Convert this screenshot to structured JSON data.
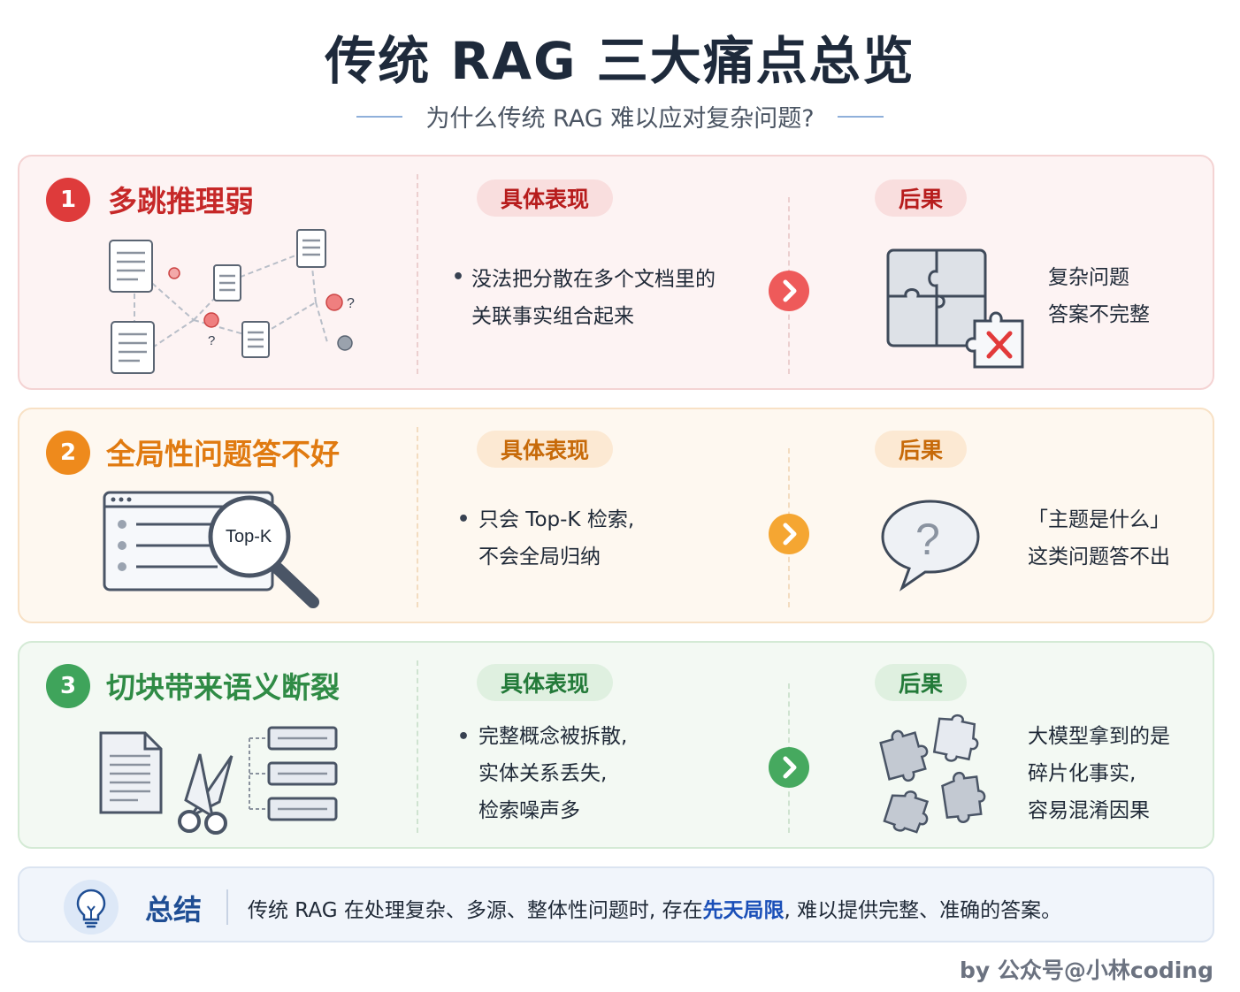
{
  "title": "传统 RAG 三大痛点总览",
  "subtitle": "为什么传统 RAG 难以应对复杂问题?",
  "pain_points": [
    {
      "number": "1",
      "title": "多跳推理弱",
      "symptom_label": "具体表现",
      "symptom_lines": [
        "没法把分散在多个文档里的",
        "关联事实组合起来"
      ],
      "consequence_label": "后果",
      "consequence_lines": [
        "复杂问题",
        "答案不完整"
      ],
      "accent": "#de3b3b"
    },
    {
      "number": "2",
      "title": "全局性问题答不好",
      "symptom_label": "具体表现",
      "symptom_lines": [
        "只会 Top-K 检索,",
        "不会全局归纳"
      ],
      "consequence_label": "后果",
      "consequence_lines": [
        "「主题是什么」",
        "这类问题答不出"
      ],
      "illustration_label": "Top-K",
      "accent": "#ee8a1c"
    },
    {
      "number": "3",
      "title": "切块带来语义断裂",
      "symptom_label": "具体表现",
      "symptom_lines": [
        "完整概念被拆散,",
        "实体关系丢失,",
        "检索噪声多"
      ],
      "consequence_label": "后果",
      "consequence_lines": [
        "大模型拿到的是",
        "碎片化事实,",
        "容易混淆因果"
      ],
      "accent": "#3fa45b"
    }
  ],
  "summary": {
    "label": "总结",
    "text_before": "传统 RAG 在处理复杂、多源、整体性问题时, 存在",
    "highlight": "先天局限",
    "text_after": ", 难以提供完整、准确的答案。"
  },
  "footer": "by 公众号@小林coding",
  "icons": [
    "document-graph-icon",
    "broken-puzzle-icon",
    "search-window-icon",
    "question-bubble-icon",
    "scissors-icon",
    "scattered-puzzle-icon",
    "lightbulb-icon",
    "chevron-right-icon"
  ]
}
